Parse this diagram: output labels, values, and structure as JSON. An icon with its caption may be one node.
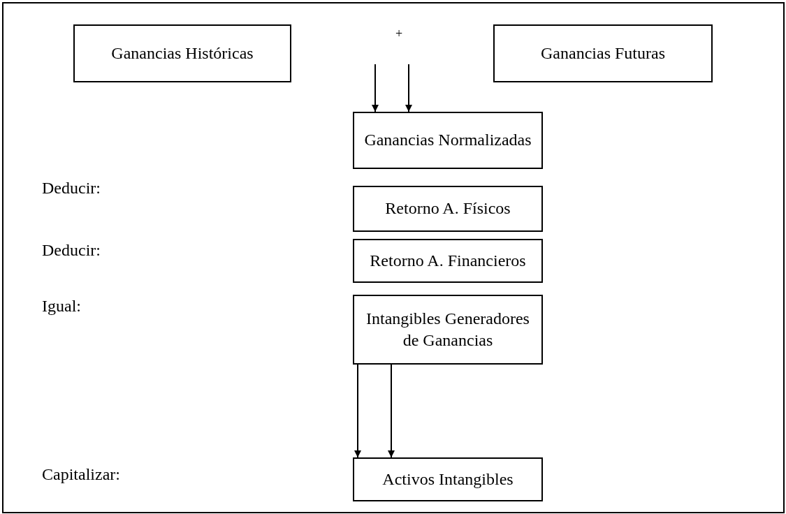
{
  "diagram": {
    "nodes": [
      {
        "text": [
          "Ganancias Históricas"
        ]
      },
      {
        "text": [
          "Ganancias Futuras"
        ]
      },
      {
        "text": [
          "Ganancias Normalizadas"
        ]
      },
      {
        "text": [
          "Retorno A. Físicos"
        ]
      },
      {
        "text": [
          "Retorno A. Financieros"
        ]
      },
      {
        "text": [
          "Intangibles Generadores de Ganancias"
        ]
      },
      {
        "text": [
          "Activos Intangibles"
        ]
      }
    ],
    "edges": [
      {
        "from": null,
        "to": 2,
        "arrow": "to"
      },
      {
        "from": null,
        "to": 2,
        "arrow": "to"
      },
      {
        "from": 5,
        "to": 6,
        "arrow": "to"
      },
      {
        "from": 5,
        "to": 6,
        "arrow": "to"
      }
    ],
    "labels": [
      "+",
      "Deducir:",
      "Deducir:",
      "Igual:",
      "Capitalizar:"
    ]
  }
}
